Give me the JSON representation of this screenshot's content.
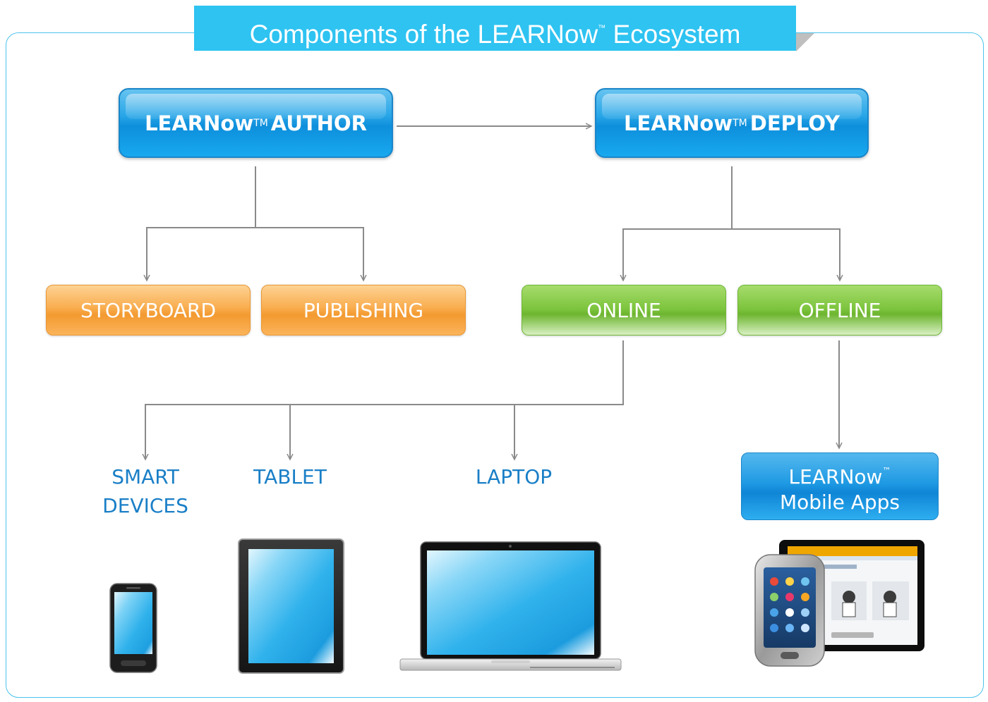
{
  "title": {
    "text": "Components of the LEARNow",
    "tm": "™",
    "suffix": "Ecosystem"
  },
  "nodes": {
    "author": {
      "brand": "LEARNow",
      "tm": "TM",
      "label": "AUTHOR"
    },
    "deploy": {
      "brand": "LEARNow",
      "tm": "TM",
      "label": "DEPLOY"
    },
    "storyboard": {
      "label": "STORYBOARD"
    },
    "publishing": {
      "label": "PUBLISHING"
    },
    "online": {
      "label": "ONLINE"
    },
    "offline": {
      "label": "OFFLINE"
    },
    "smart_devices": {
      "line1": "SMART",
      "line2": "DEVICES"
    },
    "tablet": {
      "label": "TABLET"
    },
    "laptop": {
      "label": "LAPTOP"
    },
    "mobile_apps": {
      "brand": "LEARNow",
      "tm": "™",
      "line2": "Mobile Apps"
    }
  },
  "colors": {
    "accent": "#2ec3f1",
    "author_deploy": "#0e8fdc",
    "author_children": "#f9ad4f",
    "deploy_children": "#7cc43d",
    "device_text": "#1a7fc7",
    "connector": "#8a8a8a"
  },
  "images": [
    "smartphone",
    "tablet",
    "laptop",
    "phone-and-tablet-apps"
  ]
}
